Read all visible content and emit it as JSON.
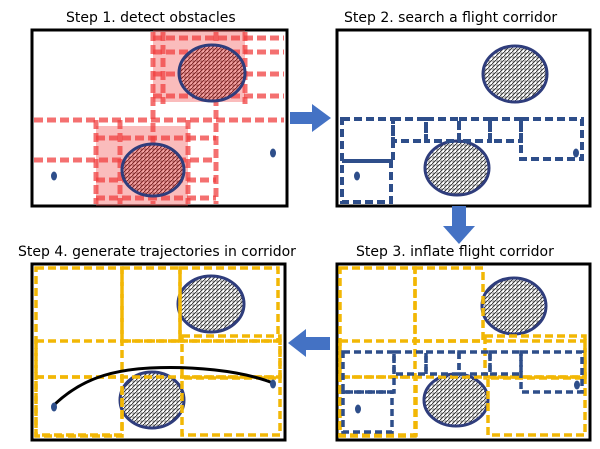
{
  "steps": [
    {
      "number": 1,
      "title": "Step 1. detect obstacles"
    },
    {
      "number": 2,
      "title": "Step 2. search a flight corridor"
    },
    {
      "number": 3,
      "title": "Step 3. inflate flight corridor"
    },
    {
      "number": 4,
      "title": "Step 4. generate trajectories in corridor"
    }
  ],
  "colors": {
    "obstacle_outline": "#2f3d7c",
    "grid_red": "#f04040",
    "corridor_blue": "#2e4e8a",
    "corridor_yellow": "#f2b705",
    "arrow": "#4472c4",
    "trajectory": "#000000"
  }
}
